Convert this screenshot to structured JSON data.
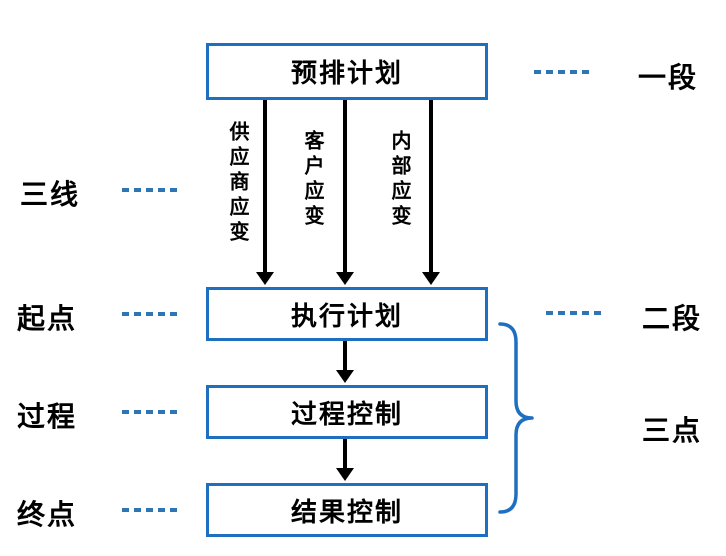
{
  "flowchart": {
    "nodes": {
      "plan": "预排计划",
      "execute": "执行计划",
      "process": "过程控制",
      "result": "结果控制"
    },
    "branch_labels": {
      "supplier": "供应商应变",
      "customer": "客户应变",
      "internal": "内部应变"
    },
    "left_annotations": {
      "three_lines": "三线",
      "start_point": "起点",
      "process": "过程",
      "end_point": "终点"
    },
    "right_annotations": {
      "segment_one": "一段",
      "segment_two": "二段",
      "three_points": "三点"
    },
    "colors": {
      "box_border": "#1F6FC0",
      "dash_line": "#2E75B6",
      "arrow": "#000000",
      "label_text": "#000000"
    }
  }
}
